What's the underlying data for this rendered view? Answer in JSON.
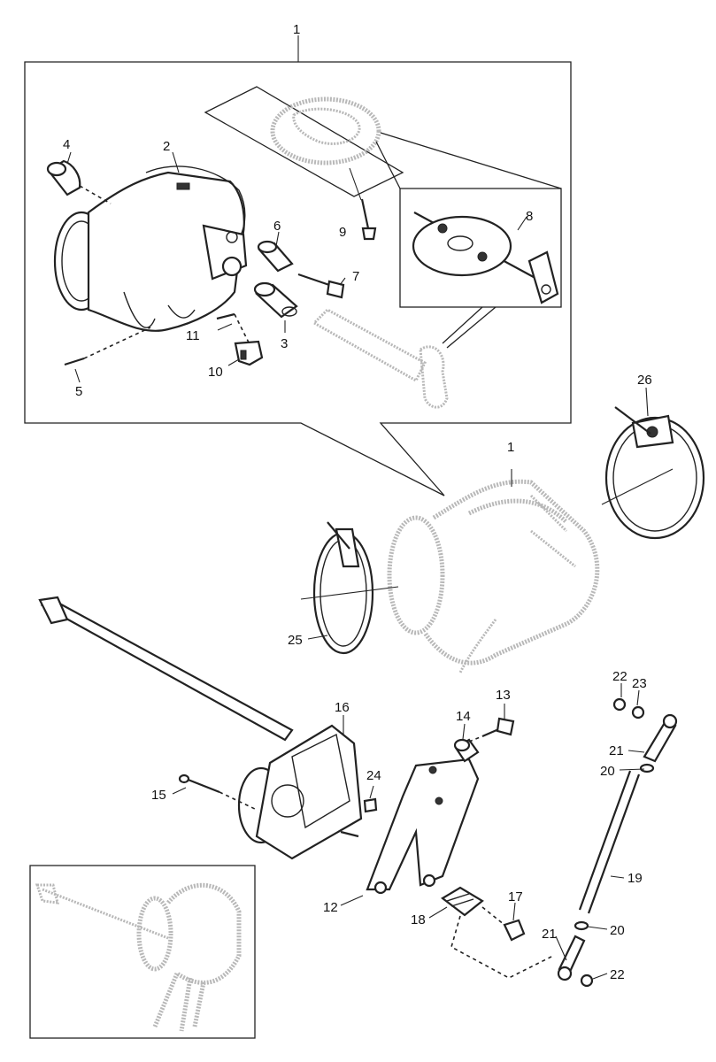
{
  "callouts": [
    "1",
    "2",
    "3",
    "4",
    "5",
    "6",
    "7",
    "8",
    "9",
    "10",
    "11",
    "1",
    "26",
    "25",
    "16",
    "14",
    "13",
    "22",
    "23",
    "21",
    "20",
    "15",
    "24",
    "19",
    "12",
    "17",
    "18",
    "20",
    "21",
    "22"
  ]
}
